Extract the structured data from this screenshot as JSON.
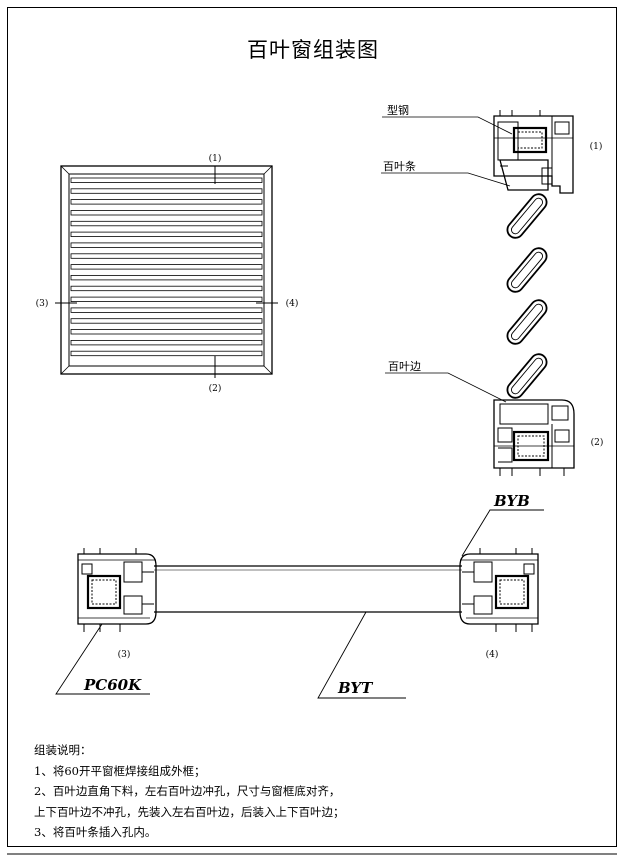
{
  "title": "百叶窗组装图",
  "window_labels": {
    "top": "(1)",
    "bottom": "(2)",
    "left": "(3)",
    "right": "(4)"
  },
  "section_labels": {
    "steel": "型钢",
    "slat": "百叶条",
    "edge": "百叶边",
    "top_section": "(1)",
    "bottom_section": "(2)",
    "left_section": "(3)",
    "right_section": "(4)"
  },
  "profile_codes": {
    "byb": "BYB",
    "byt": "BYT",
    "pc60k": "PC60K"
  },
  "notes": {
    "heading": "组装说明：",
    "line1": "1、将60开平窗框焊接组成外框；",
    "line2": "2、百叶边直角下料，左右百叶边冲孔，尺寸与窗框底对齐，",
    "line3": "上下百叶边不冲孔，先装入左右百叶边，后装入上下百叶边；",
    "line4": "3、将百叶条插入孔内。"
  }
}
